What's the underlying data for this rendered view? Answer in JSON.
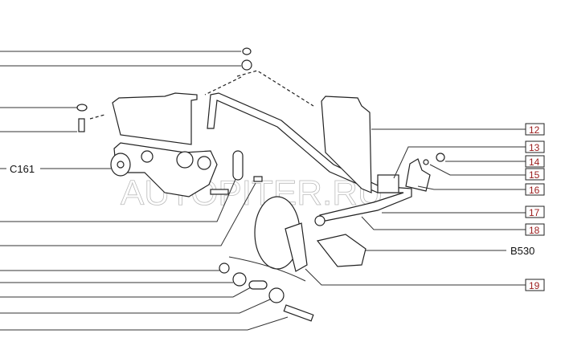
{
  "diagram": {
    "watermark": "AUTOPITER.RU",
    "reference_labels": {
      "left": "C161",
      "right": "B530"
    },
    "callouts": [
      "12",
      "13",
      "14",
      "15",
      "16",
      "17",
      "18",
      "19"
    ]
  }
}
